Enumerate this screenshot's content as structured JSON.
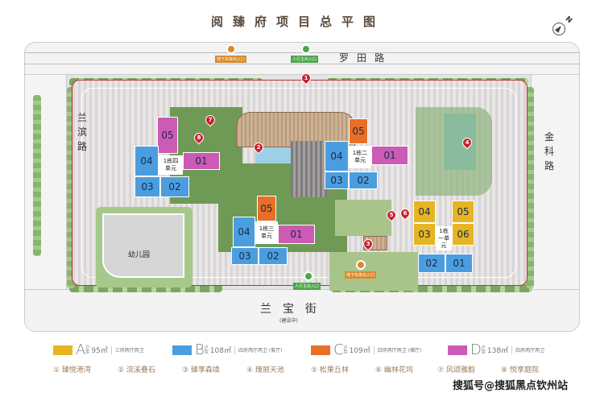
{
  "title": "阅臻府项目总平图",
  "compass": {
    "label": "N"
  },
  "roads": {
    "north": "罗田路",
    "south": "兰宝街",
    "south_note": "(建设中)",
    "west": "兰滨路",
    "east": "金科路"
  },
  "entrances": {
    "north_car": "地下车库出入口",
    "north_walk": "人行主出入口",
    "south_walk": "人行主出入口",
    "south_car": "地下车库出入口"
  },
  "buildings": [
    {
      "name": "1栋四单元",
      "core_label": "1栋\n四单元",
      "units": [
        "05",
        "04",
        "01",
        "03",
        "02"
      ]
    },
    {
      "name": "1栋二单元",
      "core_label": "1栋\n二单元",
      "units": [
        "05",
        "04",
        "01",
        "03",
        "02"
      ]
    },
    {
      "name": "1栋三单元",
      "core_label": "1栋\n三单元",
      "units": [
        "05",
        "04",
        "01",
        "03",
        "02"
      ]
    },
    {
      "name": "1栋一单元",
      "core_label": "1栋\n一单元",
      "units": [
        "04",
        "05",
        "03",
        "06",
        "02",
        "01"
      ]
    }
  ],
  "kindergarten": "幼儿园",
  "pins": [
    "1",
    "2",
    "3",
    "4",
    "5",
    "6",
    "7",
    "8"
  ],
  "legend": {
    "types": [
      {
        "letter": "A",
        "sub": "户型",
        "area": "95㎡",
        "desc": "三房两厅两卫",
        "color": "#e6b523"
      },
      {
        "letter": "B",
        "sub": "户型",
        "area": "108㎡",
        "desc": "四房两厅两卫 (套厅)",
        "color": "#4a9ee0"
      },
      {
        "letter": "C",
        "sub": "户型",
        "area": "109㎡",
        "desc": "四房两厅两卫 (横厅)",
        "color": "#e86f26"
      },
      {
        "letter": "D",
        "sub": "户型",
        "area": "138㎡",
        "desc": "四房两厅两卫",
        "color": "#cc5bb5"
      }
    ],
    "features": [
      "① 臻悦港湾",
      "② 浣溪叠石",
      "③ 臻享森境",
      "④ 瑰丽天池",
      "⑤ 松果丘林",
      "⑥ 幽林花坞",
      "⑦ 风颂雅韵",
      "⑧ 悦享庭院"
    ]
  },
  "watermark": "搜狐号@搜狐黑点钦州站"
}
